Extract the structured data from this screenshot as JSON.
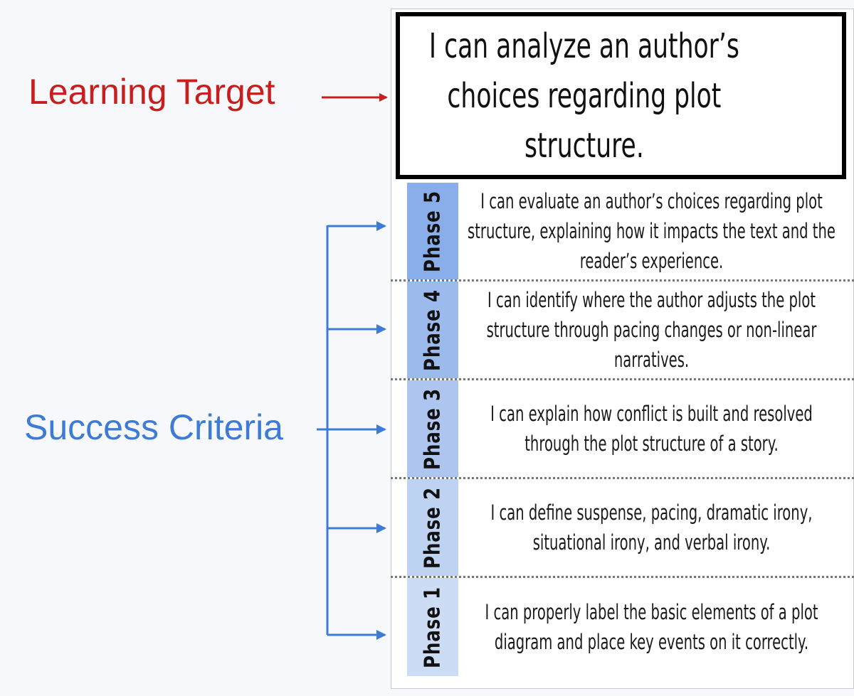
{
  "labels": {
    "learning_target": "Learning Target",
    "success_criteria": "Success Criteria"
  },
  "learning_target_statement": "I can analyze an author’s choices regarding plot structure.",
  "phases": [
    {
      "name": "Phase 5",
      "description": "I can evaluate an author’s choices regarding plot structure, explaining how it impacts the text and the reader’s experience.",
      "tab_color": "#8aaee9"
    },
    {
      "name": "Phase 4",
      "description": "I can identify where the author adjusts the plot structure through pacing changes or non-linear narratives.",
      "tab_color": "#9cbaec"
    },
    {
      "name": "Phase 3",
      "description": "I can explain how conflict is built and resolved through the plot structure of a story.",
      "tab_color": "#aec6ef"
    },
    {
      "name": "Phase 2",
      "description": "I can define suspense, pacing, dramatic irony, situational irony, and verbal irony.",
      "tab_color": "#bed2f2"
    },
    {
      "name": "Phase 1",
      "description": "I can properly label the basic elements of a plot diagram and place key events on it correctly.",
      "tab_color": "#cddcf5"
    }
  ],
  "colors": {
    "learning_target": "#c81e1e",
    "success_criteria": "#3e7bd6"
  }
}
